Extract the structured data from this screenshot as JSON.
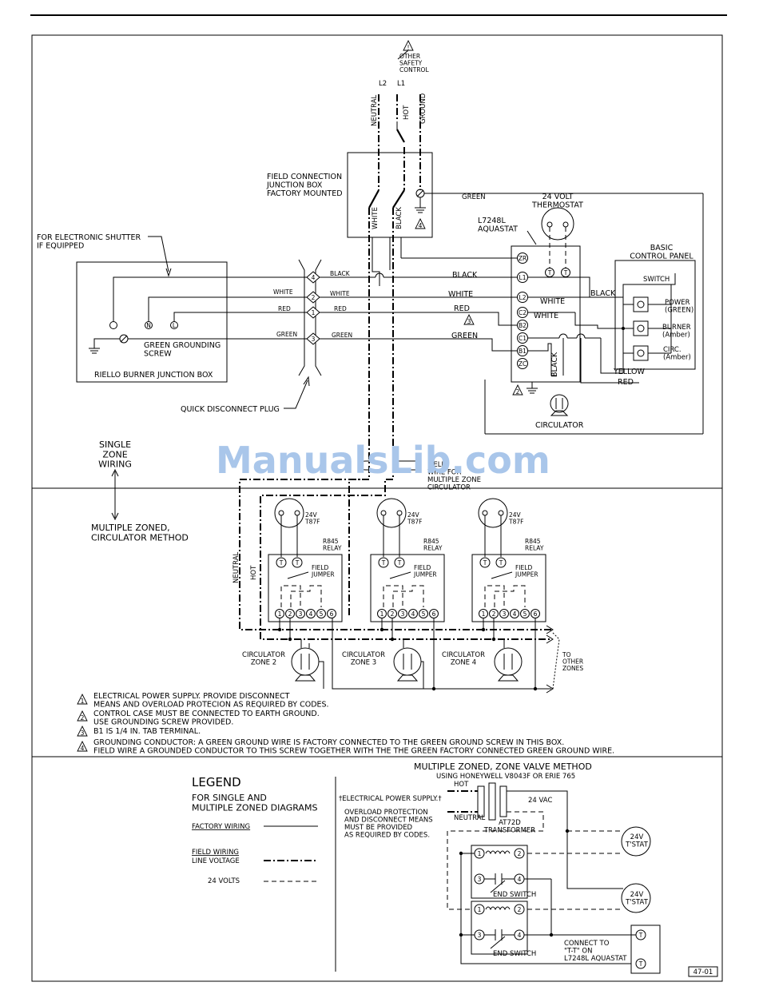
{
  "top": {
    "warning_label": "OTHER\nSAFETY\nCONTROL",
    "l2": "L2",
    "l1": "L1",
    "neutral": "NEUTRAL",
    "hot": "HOT",
    "ground": "GROUND"
  },
  "junction": {
    "label": "FIELD CONNECTION\nJUNCTION BOX\nFACTORY MOUNTED",
    "white": "WHITE",
    "black": "BLACK",
    "green": "GREEN"
  },
  "riello": {
    "shutter_note": "FOR ELECTRONIC SHUTTER\nIF EQUIPPED",
    "grounding": "GREEN GROUNDING\nSCREW",
    "title": "RIELLO BURNER JUNCTION BOX",
    "n": "N",
    "l": "L"
  },
  "plug": {
    "label": "QUICK DISCONNECT PLUG",
    "pins": [
      "4",
      "2",
      "1",
      "3"
    ],
    "left_labels": [
      "WHITE",
      "RED",
      "GREEN"
    ],
    "right_labels": [
      "BLACK",
      "WHITE",
      "RED",
      "GREEN"
    ]
  },
  "aquastat": {
    "label": "L7248L\nAQUASTAT",
    "terminals": [
      "ZR",
      "L1",
      "L2",
      "C2",
      "B2",
      "C1",
      "B1",
      "ZC"
    ],
    "t": "T",
    "wire_black": "BLACK",
    "wire_white": "WHITE",
    "wire_red": "RED",
    "wire_green": "GREEN",
    "wire_black2": "BLACK",
    "wire_white2": "WHITE"
  },
  "thermostat": {
    "label": "24 VOLT\nTHERMOSTAT"
  },
  "control_panel": {
    "title": "BASIC\nCONTROL PANEL",
    "switch": "SWITCH",
    "power": "POWER\n(GREEN)",
    "burner": "BURNER\n(Amber)",
    "circ": "CIRC.\n(Amber)",
    "black": "BLACK",
    "yellow": "YELLOW",
    "red": "RED"
  },
  "circulator": {
    "label": "CIRCULATOR",
    "black": "BLACK"
  },
  "single_zone": {
    "label": "SINGLE\nZONE\nWIRING",
    "field_note": "FIELD\nWIRE FOR\nMULTIPLE ZONE\nCIRCULATOR"
  },
  "multi_zone": {
    "label": "MULTIPLE ZONED,\nCIRCULATOR METHOD",
    "neutral": "NEUTRAL",
    "hot": "HOT",
    "stat": "24V\nT87F",
    "relay": "R845\nRELAY",
    "jumper": "FIELD\nJUMPER",
    "t": "T",
    "terminals": [
      "1",
      "2",
      "3",
      "4",
      "5",
      "6"
    ],
    "zones": [
      "CIRCULATOR\nZONE 2",
      "CIRCULATOR\nZONE 3",
      "CIRCULATOR\nZONE 4"
    ],
    "other_zones": "TO\nOTHER\nZONES"
  },
  "notes": [
    {
      "num": "1",
      "text": "ELECTRICAL POWER SUPPLY. PROVIDE DISCONNECT\nMEANS AND OVERLOAD PROTECION AS REQUIRED BY CODES."
    },
    {
      "num": "2",
      "text": "CONTROL CASE MUST BE CONNECTED TO EARTH GROUND.\nUSE GROUNDING SCREW PROVIDED."
    },
    {
      "num": "3",
      "text": "B1 IS 1/4 IN. TAB TERMINAL."
    },
    {
      "num": "4",
      "text": "GROUNDING CONDUCTOR:  A GREEN GROUND WIRE IS FACTORY CONNECTED TO THE GREEN GROUND SCREW IN THIS BOX.\nFIELD WIRE A GROUNDED CONDUCTOR TO THIS SCREW TOGETHER WITH THE THE GREEN FACTORY CONNECTED GREEN GROUND WIRE."
    }
  ],
  "legend": {
    "title": "LEGEND",
    "subtitle": "FOR SINGLE AND\nMULTIPLE ZONED DIAGRAMS",
    "factory": "FACTORY WIRING",
    "field": "FIELD WIRING",
    "line_voltage": "LINE VOLTAGE",
    "volts": "24 VOLTS"
  },
  "zone_valve": {
    "title": "MULTIPLE ZONED, ZONE VALVE METHOD",
    "subtitle": "USING HONEYWELL V8043F OR ERIE 765",
    "supply": "ELECTRICAL POWER SUPPLY.",
    "overload": "OVERLOAD PROTECTION\nAND DISCONNECT MEANS\nMUST BE PROVIDED\nAS REQUIRED BY CODES.",
    "hot": "HOT",
    "neutral": "NEUTRAL",
    "vac": "24 VAC",
    "transformer": "AT72D\nTRANSFORMER",
    "tstat": "24V\nT'STAT",
    "end_switch": "END SWITCH",
    "connect": "CONNECT TO\n\"T-T\" ON\nL7248L AQUASTAT",
    "t": "T",
    "valve_terms": [
      "1",
      "2",
      "3",
      "4"
    ],
    "page_code": "47-01"
  },
  "watermark": "ManualsLib.com"
}
